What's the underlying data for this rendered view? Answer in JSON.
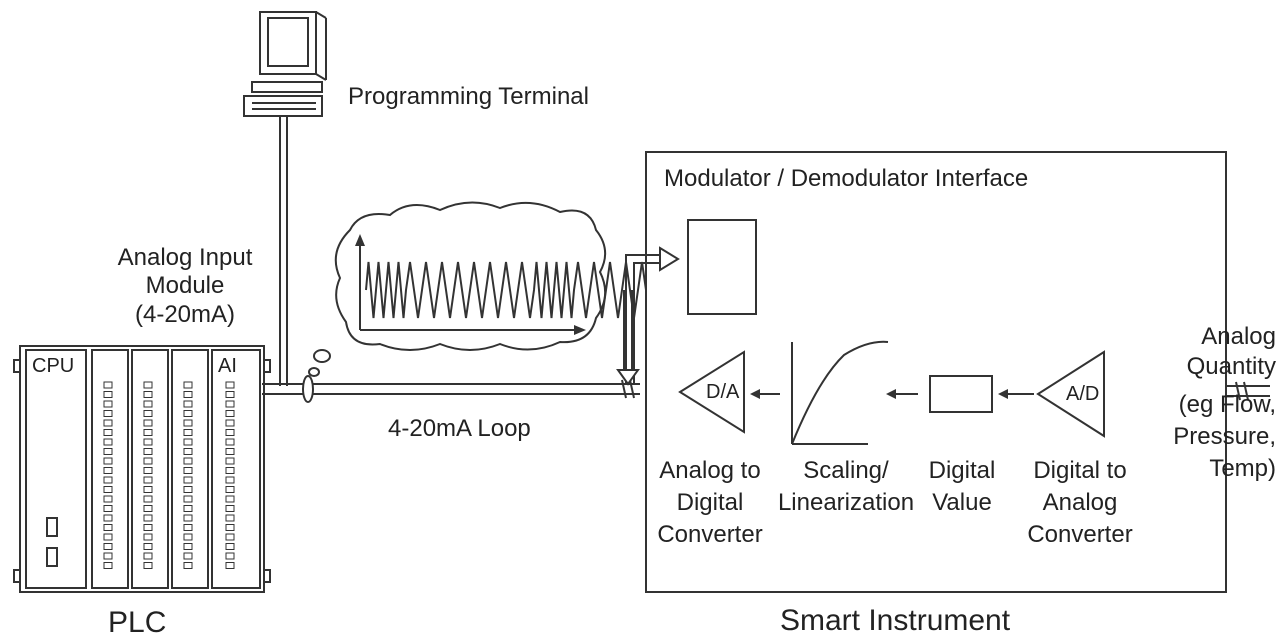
{
  "labels": {
    "programming_terminal": "Programming Terminal",
    "modem_interface": "Modulator / Demodulator Interface",
    "analog_input_module": [
      "Analog Input",
      "Module",
      "(4-20mA)"
    ],
    "cpu": "CPU",
    "ai": "AI",
    "plc": "PLC",
    "loop": "4-20mA Loop",
    "smart_instrument": "Smart Instrument",
    "dta_symbol": "D/A",
    "adc_symbol": "A/D",
    "adc_caption": [
      "Analog to",
      "Digital",
      "Converter"
    ],
    "scaling_caption": [
      "Scaling/",
      "Linearization"
    ],
    "digital_value_caption": [
      "Digital",
      "Value"
    ],
    "dac_caption": [
      "Digital to",
      "Analog",
      "Converter"
    ],
    "analog_quantity": [
      "Analog",
      "Quantity",
      "(eg Flow,",
      "Pressure,",
      "Temp)"
    ]
  }
}
